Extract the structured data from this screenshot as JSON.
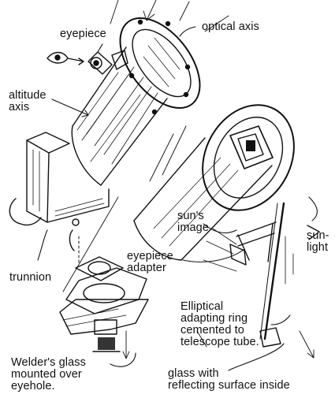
{
  "labels": {
    "eyepiece": "eyepiece",
    "optical_axis": "optical axis",
    "altitude_axis": "altitude\naxis",
    "suns_image": "sun's\nimage",
    "sunlight": "sun-\nlight",
    "eyepiece_adapter": "eyepiece\nadapter",
    "trunnion": "trunnion",
    "elliptical_ring": "Elliptical\nadapting ring\ncemented to\ntelescope tube.",
    "welders_glass": "Welder's glass\nmounted over\neyehole.",
    "reflecting_glass": "glass with\nreflecting surface inside"
  },
  "style": {
    "ink": "#111111",
    "paper": "#ffffff"
  }
}
